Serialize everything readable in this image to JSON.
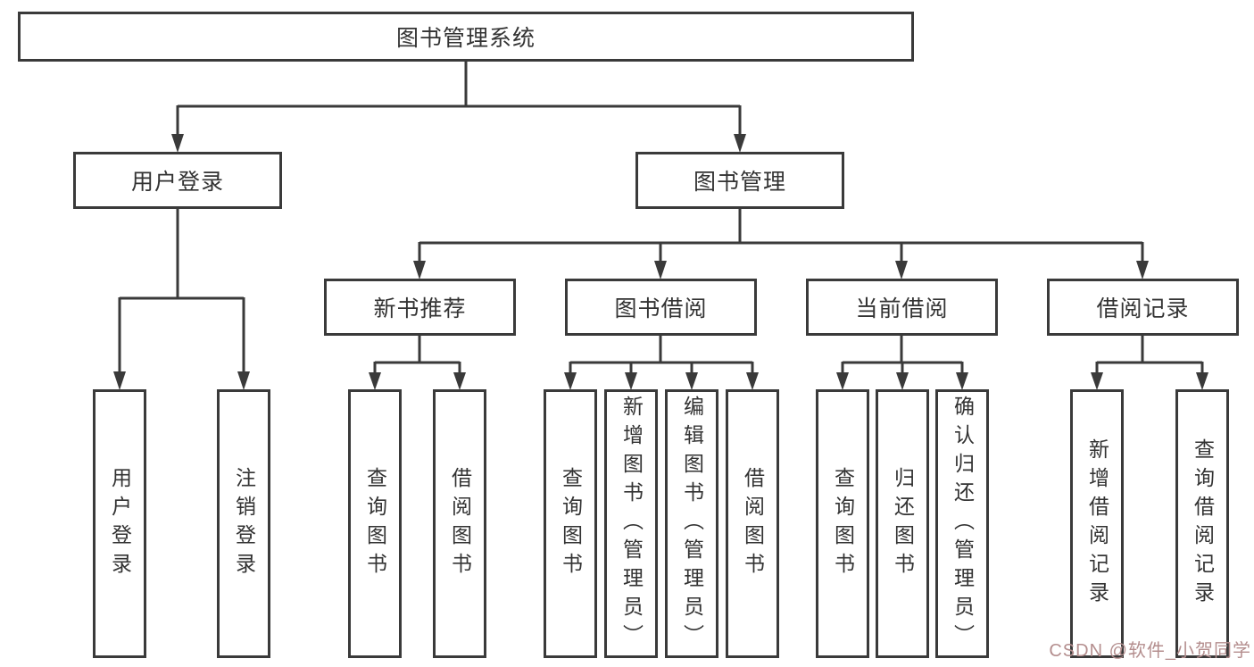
{
  "colors": {
    "background": "#ffffff",
    "line": "#3a3a3a",
    "box_border": "#3a3a3a",
    "text": "#333333",
    "watermark": "#b48e8e"
  },
  "tree": {
    "root": {
      "label": "图书管理系统"
    },
    "branches": [
      {
        "label": "用户登录",
        "children": [
          {
            "label": "用户登录"
          },
          {
            "label": "注销登录"
          }
        ]
      },
      {
        "label": "图书管理",
        "children": [
          {
            "label": "新书推荐",
            "children": [
              {
                "label": "查询图书"
              },
              {
                "label": "借阅图书"
              }
            ]
          },
          {
            "label": "图书借阅",
            "children": [
              {
                "label": "查询图书"
              },
              {
                "label": "新增图书（管理员）"
              },
              {
                "label": "编辑图书（管理员）"
              },
              {
                "label": "借阅图书"
              }
            ]
          },
          {
            "label": "当前借阅",
            "children": [
              {
                "label": "查询图书"
              },
              {
                "label": "归还图书"
              },
              {
                "label": "确认归还（管理员）"
              }
            ]
          },
          {
            "label": "借阅记录",
            "children": [
              {
                "label": "新增借阅记录"
              },
              {
                "label": "查询借阅记录"
              }
            ]
          }
        ]
      }
    ]
  },
  "watermark": {
    "text": "CSDN @软件_小贺同学",
    "color": "#b48e8e"
  }
}
